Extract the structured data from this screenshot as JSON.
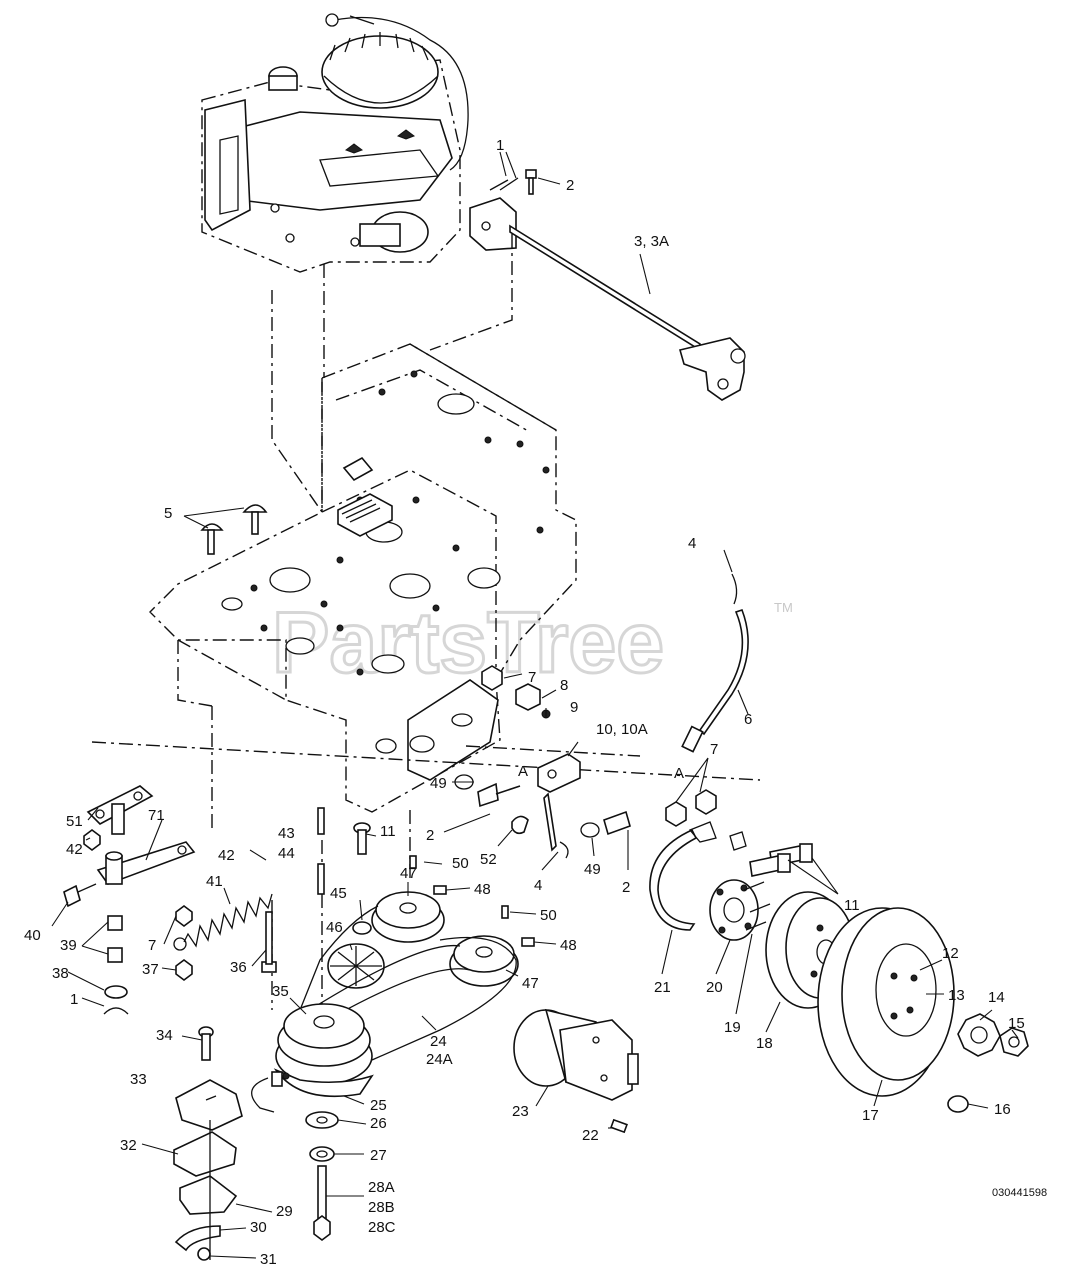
{
  "watermark": {
    "text": "PartsTree",
    "tm": "TM"
  },
  "drawing_code": "030441598",
  "callouts": {
    "c1": "1",
    "c2": "2",
    "c3": "3, 3A",
    "c5": "5",
    "c4a": "4",
    "c6": "6",
    "c7a": "7",
    "c8": "8",
    "c9": "9",
    "c10": "10, 10A",
    "cA1": "A",
    "cA2": "A",
    "c7b": "7",
    "c49a": "49",
    "c2b": "2",
    "c52": "52",
    "c4b": "4",
    "c49b": "49",
    "c2c": "2",
    "c11a": "11",
    "c11b": "11",
    "c51": "51",
    "c42a": "42",
    "c71": "71",
    "c43": "43",
    "c44": "44",
    "c50a": "50",
    "c47a": "47",
    "c48a": "48",
    "c42b": "42",
    "c45": "45",
    "c50b": "50",
    "c41": "41",
    "c46": "46",
    "c48b": "48",
    "c40": "40",
    "c39": "39",
    "c7c": "7",
    "c38": "38",
    "c36": "36",
    "c37": "37",
    "c47b": "47",
    "c1b": "1",
    "c35": "35",
    "c21": "21",
    "c20": "20",
    "c19": "19",
    "c18": "18",
    "c12": "12",
    "c13": "13",
    "c14": "14",
    "c15": "15",
    "c16": "16",
    "c17": "17",
    "c34": "34",
    "c24": "24",
    "c24a": "24A",
    "c33": "33",
    "c25": "25",
    "c23": "23",
    "c26": "26",
    "c27": "27",
    "c22": "22",
    "c32": "32",
    "c28a": "28A",
    "c28b": "28B",
    "c28c": "28C",
    "c29": "29",
    "c30": "30",
    "c31": "31"
  }
}
